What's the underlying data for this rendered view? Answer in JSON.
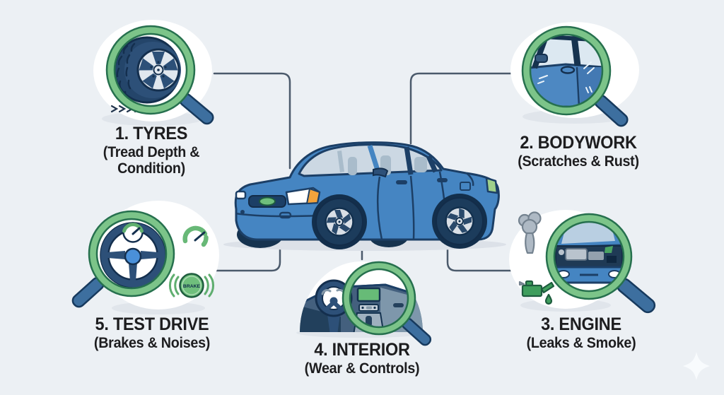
{
  "background_color": "#ecf0f4",
  "accent_green": "#7cc489",
  "accent_green_dark": "#26704e",
  "car_blue": "#4585c2",
  "outline_navy": "#1c3f66",
  "text_color": "#1d1d1f",
  "callouts": {
    "tyres": {
      "title": "1. TYRES",
      "subtitle": "(Tread Depth & Condition)"
    },
    "bodywork": {
      "title": "2. BODYWORK",
      "subtitle": "(Scratches & Rust)"
    },
    "engine": {
      "title": "3. ENGINE",
      "subtitle": "(Leaks & Smoke)"
    },
    "interior": {
      "title": "4. INTERIOR",
      "subtitle": "(Wear & Controls)"
    },
    "test_drive": {
      "title": "5. TEST DRIVE",
      "subtitle": "(Brakes & Noises)"
    }
  },
  "labels": {
    "brake_badge": "BRAKE"
  }
}
